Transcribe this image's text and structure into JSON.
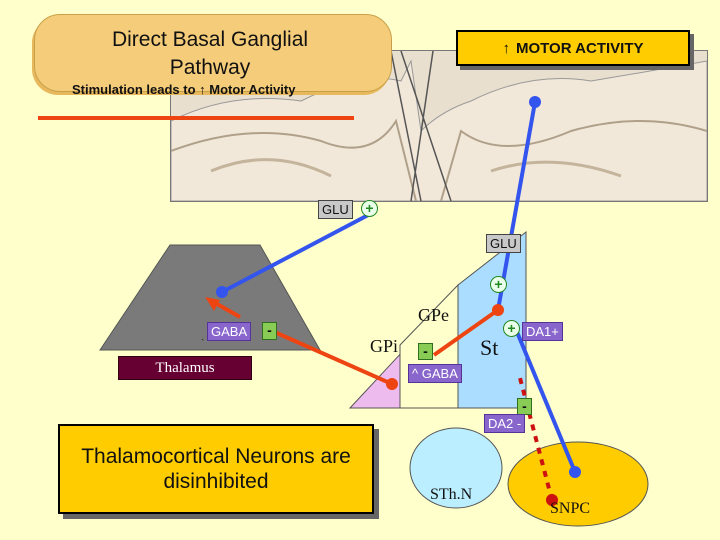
{
  "title": {
    "line1": "Direct Basal Ganglial",
    "line2": "Pathway",
    "subtitle": "Stimulation leads to ↑ Motor Activity"
  },
  "motor_box": {
    "arrow": "↑",
    "label": "MOTOR ACTIVITY"
  },
  "labels": {
    "glu_upper": "GLU",
    "glu_lower": "GLU",
    "gaba_thalamus": "GABA",
    "gaba_gpi": "GABA",
    "thalamus": "Thalamus",
    "gpe": "GPe",
    "gpi": "GPi",
    "st": "St",
    "da1": "DA1+",
    "da2": "DA2 -",
    "sthn": "STh.N",
    "snpc": "SNPC",
    "thalamocortical": "Thalamocortical Neurons are disinhibited"
  },
  "signs": {
    "plus": "+",
    "minus": "-",
    "caret": "^",
    "tick": "ˏ"
  },
  "colors": {
    "background": "#ffffcc",
    "blue_pathway": "#3355ee",
    "red_pathway": "#ee4411",
    "dopamine_dashed": "#cc1111",
    "gpe_region": "#eebbee",
    "st_region": "#aaddff",
    "thalamus_region": "#7a7a7a",
    "sthn_region": "#bbeeff",
    "snpc_region": "#ffcc00"
  }
}
